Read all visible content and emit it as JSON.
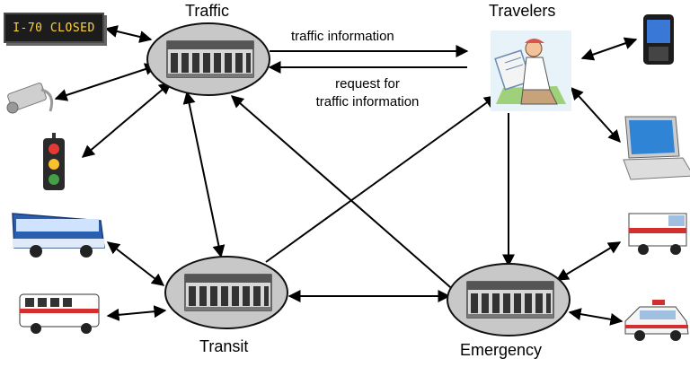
{
  "nodes": {
    "traffic": {
      "label": "Traffic"
    },
    "travelers": {
      "label": "Travelers"
    },
    "transit": {
      "label": "Transit"
    },
    "emergency": {
      "label": "Emergency"
    }
  },
  "edges": {
    "traffic_to_travelers": {
      "label": "traffic information"
    },
    "travelers_to_traffic": {
      "line1": "request for",
      "line2": "traffic information"
    }
  },
  "devices": {
    "road_sign": {
      "text": "I-70 CLOSED"
    }
  },
  "icons": [
    "building-icon",
    "road-sign-icon",
    "traffic-camera-icon",
    "traffic-light-icon",
    "bus-icon",
    "shuttle-bus-icon",
    "traveler-icon",
    "cell-phone-icon",
    "laptop-icon",
    "ambulance-icon",
    "police-car-icon"
  ],
  "colors": {
    "node_fill": "#c8c8c8",
    "sign_text": "#ffd23a",
    "bus_blue": "#2a5fb0",
    "laptop_screen": "#2f84d6"
  }
}
